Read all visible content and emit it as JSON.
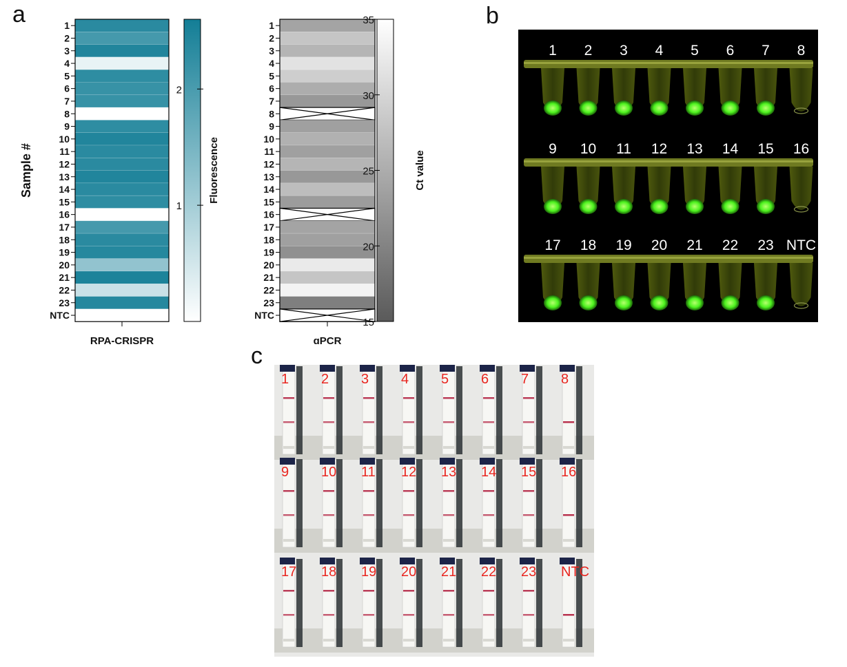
{
  "panel_labels": {
    "a": "a",
    "b": "b",
    "c": "c"
  },
  "chart_data": [
    {
      "type": "heatmap",
      "title": "RPA-CRISPR",
      "ylabel": "Sample #",
      "categories": [
        "1",
        "2",
        "3",
        "4",
        "5",
        "6",
        "7",
        "8",
        "9",
        "10",
        "11",
        "12",
        "13",
        "14",
        "15",
        "16",
        "17",
        "18",
        "19",
        "20",
        "21",
        "22",
        "23",
        "NTC"
      ],
      "values": [
        2.35,
        2.05,
        2.45,
        0.25,
        2.3,
        2.2,
        2.2,
        0,
        2.3,
        2.45,
        2.35,
        2.35,
        2.45,
        2.35,
        2.3,
        0,
        2.05,
        2.35,
        2.4,
        1.2,
        2.5,
        0.6,
        2.4,
        0
      ],
      "colorbar": {
        "label": "Fluorescence",
        "ticks": [
          1,
          2
        ],
        "range": [
          0,
          2.6
        ]
      },
      "colors": {
        "low": "#ffffff",
        "high": "#137e96"
      }
    },
    {
      "type": "heatmap",
      "title": "qPCR",
      "categories": [
        "1",
        "2",
        "3",
        "4",
        "5",
        "6",
        "7",
        "8",
        "9",
        "10",
        "11",
        "12",
        "13",
        "14",
        "15",
        "16",
        "17",
        "18",
        "19",
        "20",
        "21",
        "22",
        "23",
        "NTC"
      ],
      "values": [
        24,
        28,
        26,
        31.5,
        29,
        25,
        22.5,
        null,
        23.5,
        25.5,
        23.5,
        26,
        22.5,
        27,
        23,
        null,
        24,
        23.5,
        21.5,
        32.5,
        28,
        33.5,
        19.5,
        null
      ],
      "not_detected": [
        "8",
        "16",
        "NTC"
      ],
      "colorbar": {
        "label": "Ct value",
        "ticks": [
          15,
          20,
          25,
          30,
          35
        ],
        "range": [
          15,
          35
        ]
      },
      "colors": {
        "low": "#5a5a5a",
        "high": "#ffffff"
      }
    }
  ],
  "photo_b": {
    "rows": [
      [
        "1",
        "2",
        "3",
        "4",
        "5",
        "6",
        "7",
        "8"
      ],
      [
        "9",
        "10",
        "11",
        "12",
        "13",
        "14",
        "15",
        "16"
      ],
      [
        "17",
        "18",
        "19",
        "20",
        "21",
        "22",
        "23",
        "NTC"
      ]
    ],
    "label_color": "#ffffff",
    "fluorescence_color": "#4cf21e"
  },
  "photo_c": {
    "rows": [
      [
        "1",
        "2",
        "3",
        "4",
        "5",
        "6",
        "7",
        "8"
      ],
      [
        "9",
        "10",
        "11",
        "12",
        "13",
        "14",
        "15",
        "16"
      ],
      [
        "17",
        "18",
        "19",
        "20",
        "21",
        "22",
        "23",
        "NTC"
      ]
    ],
    "label_color": "#e8251f",
    "line_color": "#b01c3c"
  }
}
